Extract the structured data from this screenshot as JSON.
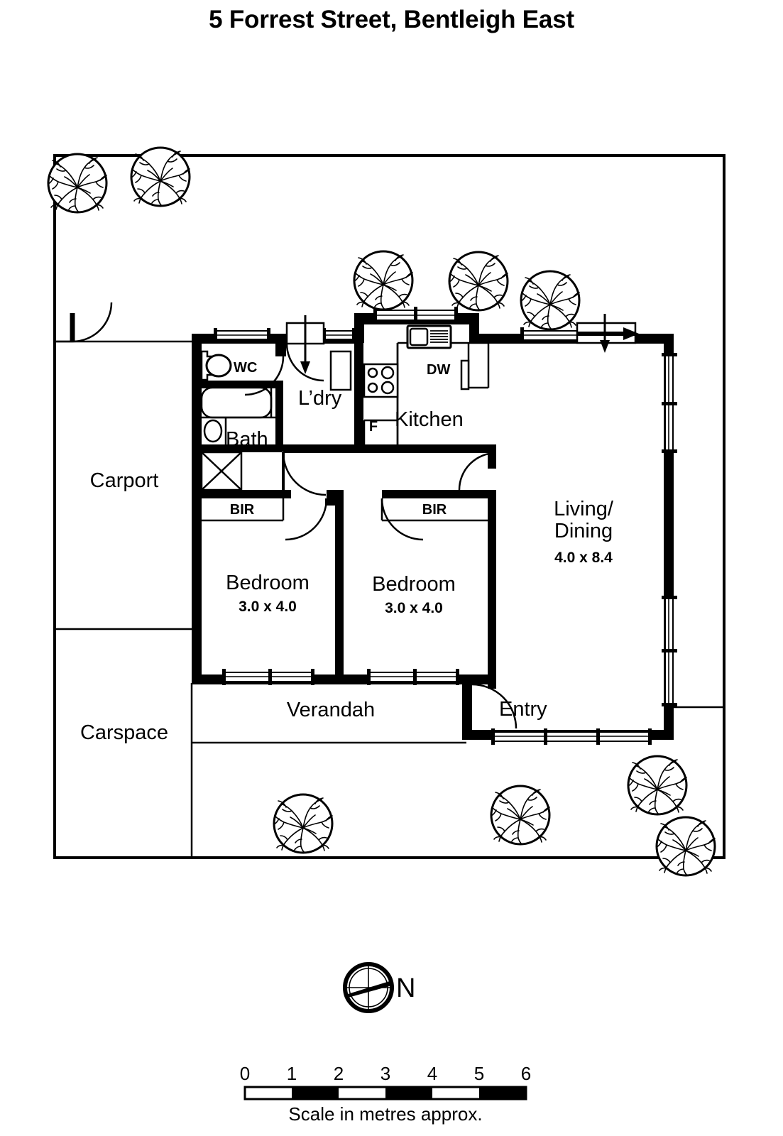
{
  "title": "5 Forrest Street, Bentleigh East",
  "plan": {
    "rooms": [
      {
        "name": "carport",
        "label": "Carport",
        "dim": ""
      },
      {
        "name": "carspace",
        "label": "Carspace",
        "dim": ""
      },
      {
        "name": "wc",
        "label": "WC",
        "dim": ""
      },
      {
        "name": "bath",
        "label": "Bath",
        "dim": ""
      },
      {
        "name": "laundry",
        "label": "L’dry",
        "dim": ""
      },
      {
        "name": "kitchen",
        "label": "Kitchen",
        "dim": ""
      },
      {
        "name": "living-dining",
        "label": "Living/",
        "label2": "Dining",
        "dim": "4.0 x 8.4"
      },
      {
        "name": "bedroom-1",
        "label": "Bedroom",
        "dim": "3.0 x 4.0"
      },
      {
        "name": "bedroom-2",
        "label": "Bedroom",
        "dim": "3.0 x 4.0"
      },
      {
        "name": "verandah",
        "label": "Verandah",
        "dim": ""
      },
      {
        "name": "entry",
        "label": "Entry",
        "dim": ""
      }
    ],
    "fixtures": [
      {
        "name": "built-in-robe-1",
        "label": "BIR"
      },
      {
        "name": "built-in-robe-2",
        "label": "BIR"
      },
      {
        "name": "dishwasher",
        "label": "DW"
      },
      {
        "name": "fridge",
        "label": "F"
      }
    ]
  },
  "compass": {
    "label": "N"
  },
  "scale": {
    "caption": "Scale in metres approx.",
    "ticks": [
      "0",
      "1",
      "2",
      "3",
      "4",
      "5",
      "6"
    ],
    "unit": "metres"
  },
  "colors": {
    "ink": "#000000",
    "paper": "#ffffff"
  }
}
